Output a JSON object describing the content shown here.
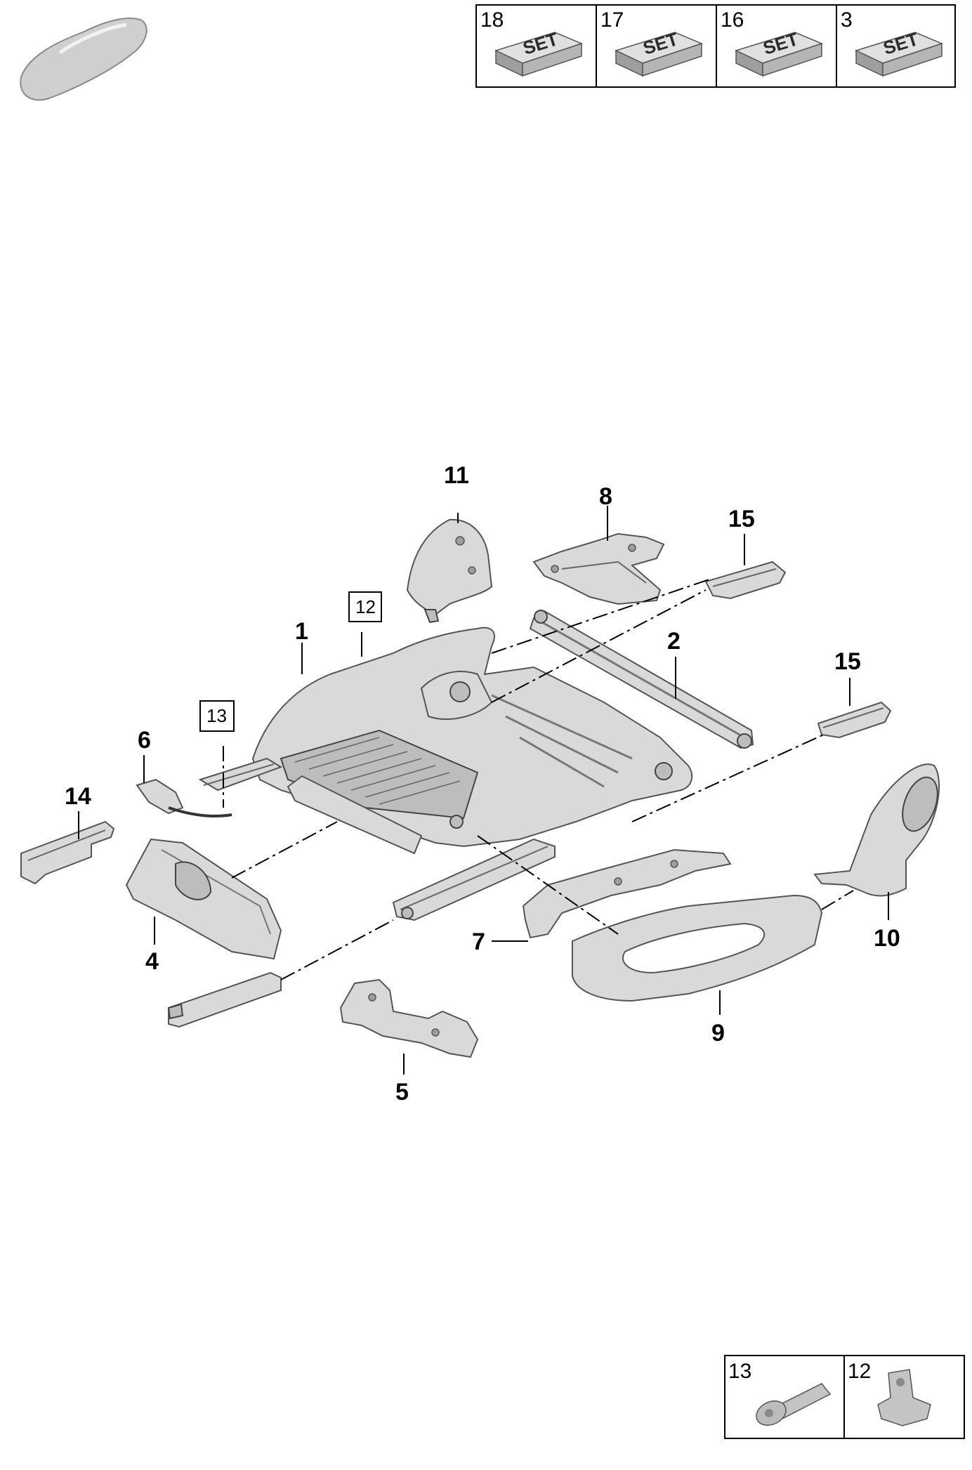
{
  "set_table": {
    "cells": [
      {
        "number": "18",
        "label": "SET"
      },
      {
        "number": "17",
        "label": "SET"
      },
      {
        "number": "16",
        "label": "SET"
      },
      {
        "number": "3",
        "label": "SET"
      }
    ]
  },
  "callouts": {
    "p1": "1",
    "p2": "2",
    "p4": "4",
    "p5": "5",
    "p6": "6",
    "p7": "7",
    "p8": "8",
    "p9": "9",
    "p10": "10",
    "p11": "11",
    "p14": "14",
    "p15a": "15",
    "p15b": "15"
  },
  "boxed_callouts": {
    "b12": "12",
    "b13": "13"
  },
  "small_parts_table": {
    "cells": [
      {
        "number": "13"
      },
      {
        "number": "12"
      }
    ]
  },
  "colors": {
    "part_fill": "#d9d9d9",
    "line": "#000000",
    "set_block": "#bdbdbd"
  }
}
